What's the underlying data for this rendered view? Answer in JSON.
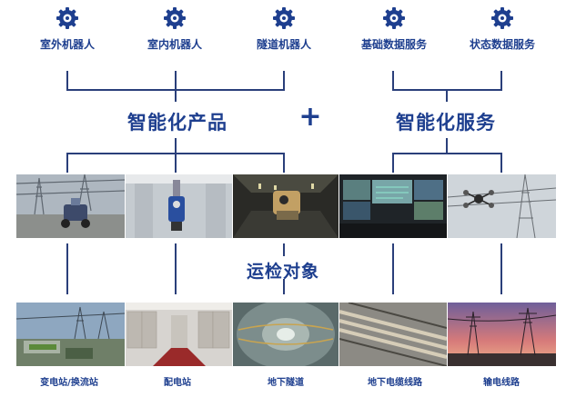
{
  "top_items": [
    {
      "label": "室外机器人",
      "icon": "gear-icon"
    },
    {
      "label": "室内机器人",
      "icon": "gear-icon"
    },
    {
      "label": "隧道机器人",
      "icon": "gear-icon"
    },
    {
      "label": "基础数据服务",
      "icon": "gear-icon"
    },
    {
      "label": "状态数据服务",
      "icon": "gear-icon"
    }
  ],
  "groups": {
    "products": "智能化产品",
    "plus": "+",
    "services": "智能化服务"
  },
  "middle_label": "运检对象",
  "top_photos": [
    {
      "name": "outdoor-robot-photo"
    },
    {
      "name": "indoor-robot-photo"
    },
    {
      "name": "tunnel-robot-photo"
    },
    {
      "name": "data-center-photo"
    },
    {
      "name": "drone-photo"
    }
  ],
  "bottom_items": [
    {
      "label": "变电站/换流站"
    },
    {
      "label": "配电站"
    },
    {
      "label": "地下隧道"
    },
    {
      "label": "地下电缆线路"
    },
    {
      "label": "输电线路"
    }
  ],
  "colors": {
    "primary": "#1e3f8f",
    "line": "#2a3f7a"
  }
}
